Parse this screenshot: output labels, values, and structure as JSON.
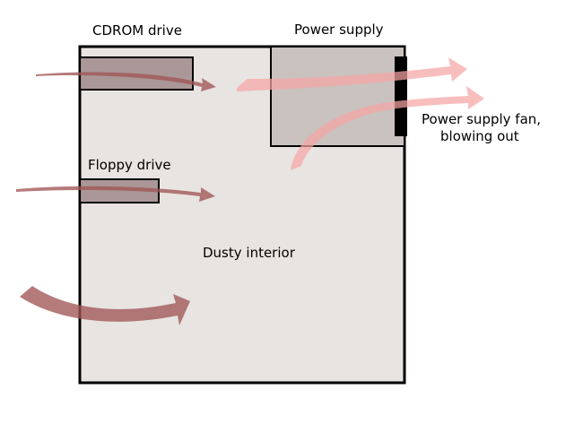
{
  "labels": {
    "cdrom": "CDROM drive",
    "power_supply": "Power supply",
    "fan_line1": "Power supply fan,",
    "fan_line2": "blowing out",
    "floppy": "Floppy drive",
    "interior": "Dusty interior"
  },
  "colors": {
    "case_fill": "#e8e4e1",
    "case_stroke": "#000000",
    "drive_fill": "#a08a8a",
    "psu_fill": "#c9c2bf",
    "fan_fill": "#000000",
    "airflow_dark": "#a05656",
    "airflow_light": "#f5a5a5"
  }
}
